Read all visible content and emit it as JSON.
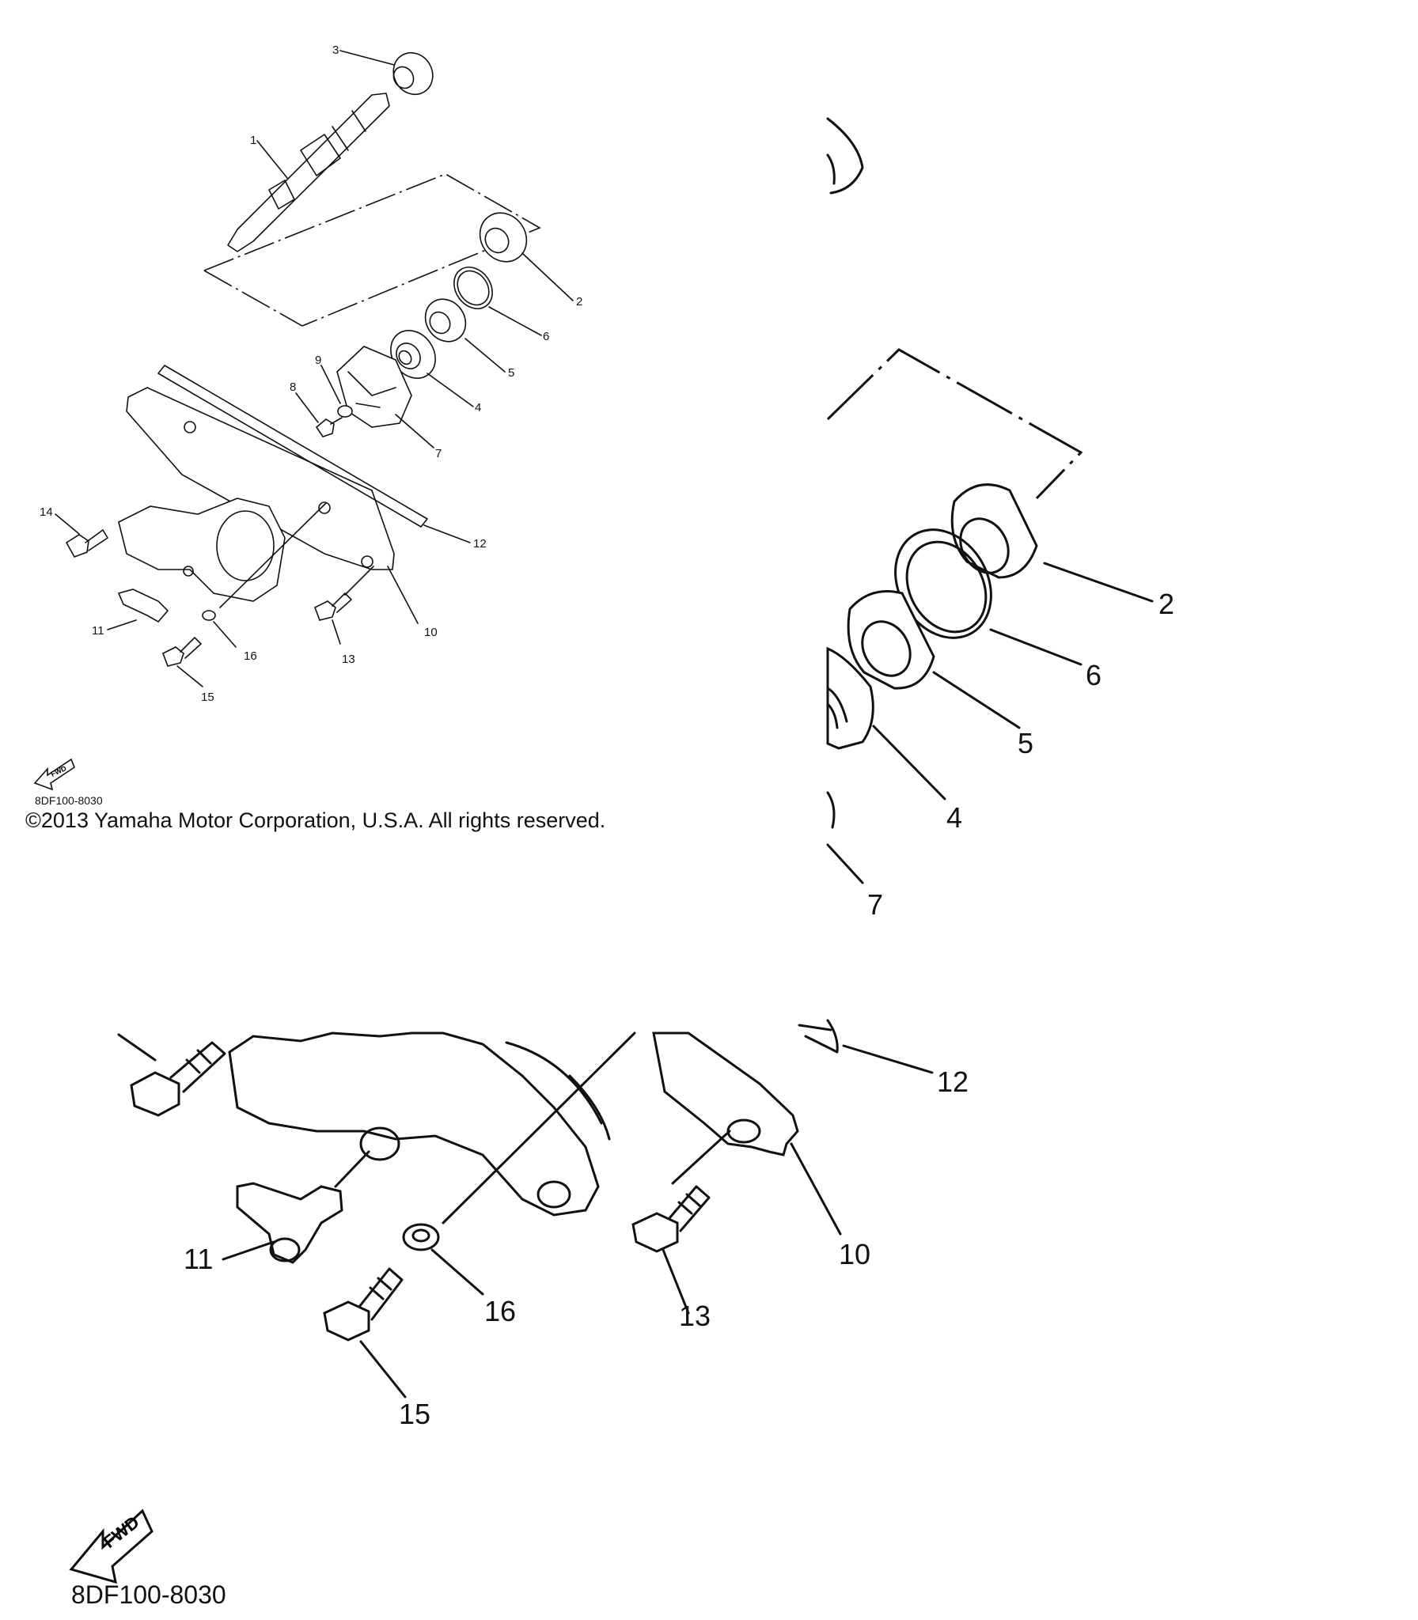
{
  "diagram": {
    "overview_callouts": [
      "1",
      "2",
      "3",
      "4",
      "5",
      "6",
      "7",
      "8",
      "9",
      "10",
      "11",
      "12",
      "13",
      "14",
      "15",
      "16"
    ],
    "zoom_top_callouts": [
      "2",
      "6",
      "5",
      "4",
      "7"
    ],
    "zoom_bottom_callouts": [
      "12",
      "11",
      "10",
      "16",
      "13",
      "15"
    ],
    "fwd_label": "FWD",
    "diagram_code": "8DF100-8030",
    "copyright": "©2013 Yamaha Motor Corporation, U.S.A. All rights reserved."
  }
}
